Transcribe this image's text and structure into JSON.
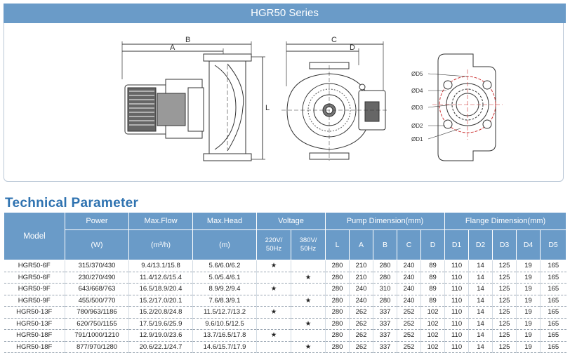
{
  "header": {
    "series_title": "HGR50 Series"
  },
  "drawing": {
    "side_view": {
      "dim_a": "A",
      "dim_b": "B",
      "dim_l": "L"
    },
    "front_view": {
      "dim_c": "C",
      "dim_d": "D"
    },
    "flange_view": {
      "d5": "ØD5",
      "d4": "ØD4",
      "d3": "ØD3",
      "d2": "ØD2",
      "d1": "ØD1"
    }
  },
  "section_title": "Technical Parameter",
  "table": {
    "model_header": "Model",
    "power_header": "Power",
    "power_unit": "(W)",
    "flow_header": "Max.Flow",
    "flow_unit": "(m³/h)",
    "head_header": "Max.Head",
    "head_unit": "(m)",
    "voltage_header": "Voltage",
    "v220": "220V/\n50Hz",
    "v380": "380V/\n50Hz",
    "pump_dim_header": "Pump Dimension(mm)",
    "flange_dim_header": "Flange Dimension(mm)",
    "pump_cols": [
      "L",
      "A",
      "B",
      "C",
      "D"
    ],
    "flange_cols": [
      "D1",
      "D2",
      "D3",
      "D4",
      "D5"
    ],
    "rows": [
      {
        "model": "HGR50-6F",
        "power": "315/370/430",
        "flow": "9.4/13.1/15.8",
        "head": "5.6/6.0/6.2",
        "v220": "★",
        "v380": "",
        "L": "280",
        "A": "210",
        "B": "280",
        "C": "240",
        "D": "89",
        "D1": "110",
        "D2": "14",
        "D3": "125",
        "D4": "19",
        "D5": "165"
      },
      {
        "model": "HGR50-6F",
        "power": "230/270/490",
        "flow": "11.4/12.6/15.4",
        "head": "5.0/5.4/6.1",
        "v220": "",
        "v380": "★",
        "L": "280",
        "A": "210",
        "B": "280",
        "C": "240",
        "D": "89",
        "D1": "110",
        "D2": "14",
        "D3": "125",
        "D4": "19",
        "D5": "165"
      },
      {
        "model": "HGR50-9F",
        "power": "643/668/763",
        "flow": "16.5/18.9/20.4",
        "head": "8.9/9.2/9.4",
        "v220": "★",
        "v380": "",
        "L": "280",
        "A": "240",
        "B": "310",
        "C": "240",
        "D": "89",
        "D1": "110",
        "D2": "14",
        "D3": "125",
        "D4": "19",
        "D5": "165"
      },
      {
        "model": "HGR50-9F",
        "power": "455/500/770",
        "flow": "15.2/17.0/20.1",
        "head": "7.6/8.3/9.1",
        "v220": "",
        "v380": "★",
        "L": "280",
        "A": "240",
        "B": "280",
        "C": "240",
        "D": "89",
        "D1": "110",
        "D2": "14",
        "D3": "125",
        "D4": "19",
        "D5": "165"
      },
      {
        "model": "HGR50-13F",
        "power": "780/963/1186",
        "flow": "15.2/20.8/24.8",
        "head": "11.5/12.7/13.2",
        "v220": "★",
        "v380": "",
        "L": "280",
        "A": "262",
        "B": "337",
        "C": "252",
        "D": "102",
        "D1": "110",
        "D2": "14",
        "D3": "125",
        "D4": "19",
        "D5": "165"
      },
      {
        "model": "HGR50-13F",
        "power": "620/750/1155",
        "flow": "17.5/19.6/25.9",
        "head": "9.6/10.5/12.5",
        "v220": "",
        "v380": "★",
        "L": "280",
        "A": "262",
        "B": "337",
        "C": "252",
        "D": "102",
        "D1": "110",
        "D2": "14",
        "D3": "125",
        "D4": "19",
        "D5": "165"
      },
      {
        "model": "HGR50-18F",
        "power": "791/1000/1210",
        "flow": "12.9/19.0/23.6",
        "head": "13.7/16.5/17.8",
        "v220": "★",
        "v380": "",
        "L": "280",
        "A": "262",
        "B": "337",
        "C": "252",
        "D": "102",
        "D1": "110",
        "D2": "14",
        "D3": "125",
        "D4": "19",
        "D5": "165"
      },
      {
        "model": "HGR50-18F",
        "power": "877/970/1280",
        "flow": "20.6/22.1/24.7",
        "head": "14.6/15.7/17.9",
        "v220": "",
        "v380": "★",
        "L": "280",
        "A": "262",
        "B": "337",
        "C": "252",
        "D": "102",
        "D1": "110",
        "D2": "14",
        "D3": "125",
        "D4": "19",
        "D5": "165"
      }
    ]
  }
}
